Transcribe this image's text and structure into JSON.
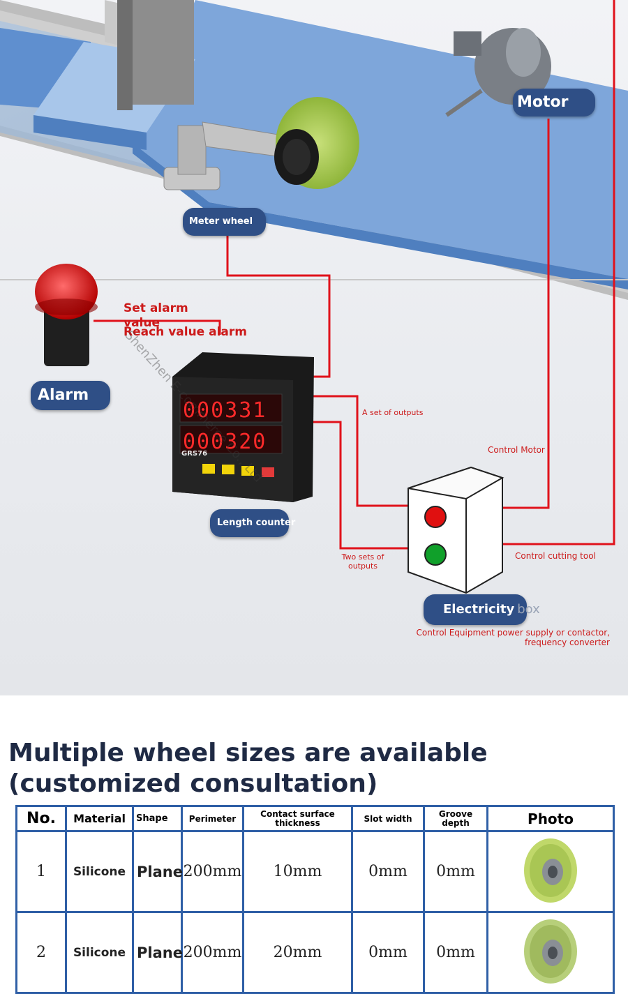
{
  "diagram": {
    "labels": {
      "motor": "Motor",
      "meter_wheel": "Meter wheel",
      "alarm": "Alarm",
      "length_counter": "Length counter",
      "electricity_box_part1": "Electricity",
      "electricity_box_part2": "box"
    },
    "annotations": {
      "set_alarm_value": "Set alarm value",
      "reach_value_alarm": "Reach value alarm",
      "a_set_of_outputs": "A set of outputs",
      "control_motor": "Control Motor",
      "two_sets_of_outputs": "Two sets of outputs",
      "control_cutting_tool": "Control cutting tool",
      "control_equipment": "Control Equipment power supply or contactor, frequency converter"
    },
    "counter_model": "GRS76",
    "watermark": "ShenZhen  E-commerce Co., Ltd"
  },
  "heading": "Multiple wheel sizes are available (customized consultation)",
  "table": {
    "headers": [
      "No.",
      "Material",
      "Shape",
      "Perimeter",
      "Contact surface thickness",
      "Slot width",
      "Groove depth",
      "Photo"
    ],
    "rows": [
      {
        "no": "1",
        "material": "Silicone",
        "shape": "Plane",
        "perimeter": "200mm",
        "thickness": "10mm",
        "slot_width": "0mm",
        "groove_depth": "0mm"
      },
      {
        "no": "2",
        "material": "Silicone",
        "shape": "Plane",
        "perimeter": "200mm",
        "thickness": "20mm",
        "slot_width": "0mm",
        "groove_depth": "0mm"
      }
    ]
  },
  "colors": {
    "pill": "#2f4f86",
    "wire": "#e0121b",
    "table_border": "#2f5fa6"
  }
}
